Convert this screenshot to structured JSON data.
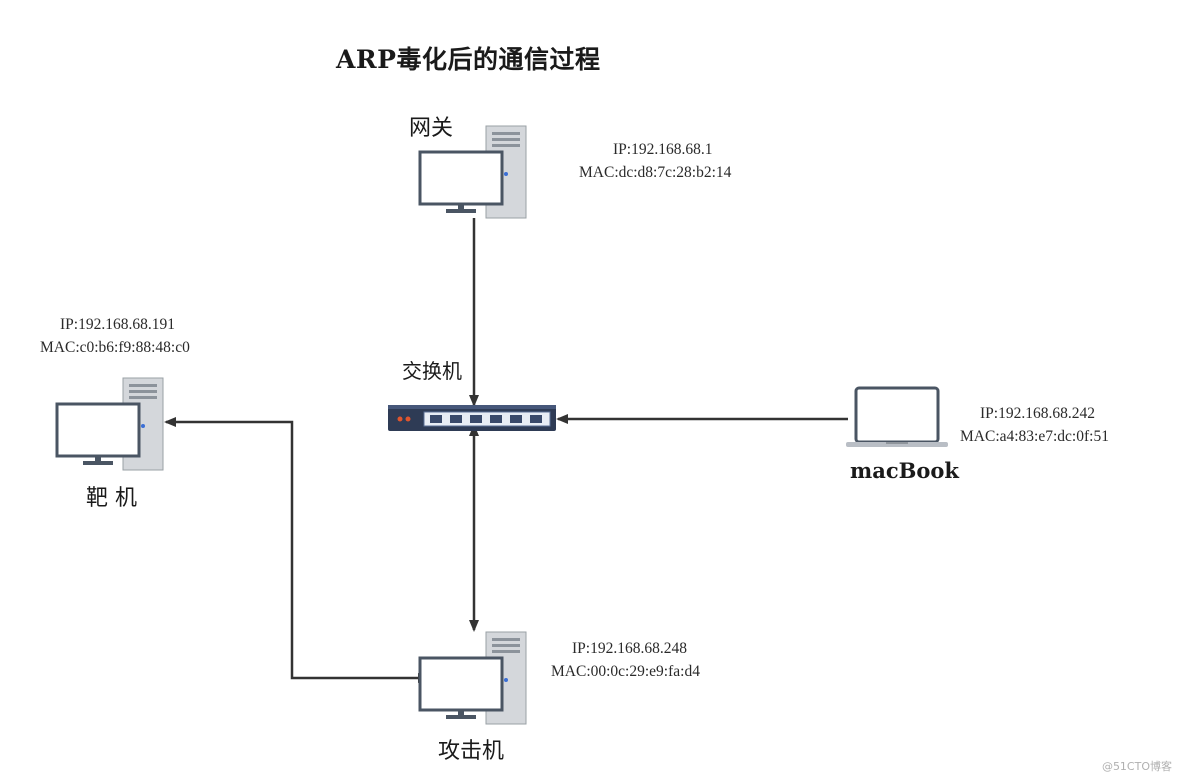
{
  "title": "ARP毒化后的通信过程",
  "nodes": {
    "gateway": {
      "label": "网关",
      "ip": "IP:192.168.68.1",
      "mac": "MAC:dc:d8:7c:28:b2:14"
    },
    "switch": {
      "label": "交换机"
    },
    "target": {
      "label": "靶 机",
      "ip": "IP:192.168.68.191",
      "mac": "MAC:c0:b6:f9:88:48:c0"
    },
    "macbook": {
      "label": "macBook",
      "ip": "IP:192.168.68.242",
      "mac": "MAC:a4:83:e7:dc:0f:51"
    },
    "attacker": {
      "label": "攻击机",
      "ip": "IP:192.168.68.248",
      "mac": "MAC:00:0c:29:e9:fa:d4"
    }
  },
  "watermark": "@51CTO博客",
  "colors": {
    "line": "#333333",
    "monitor_bezel": "#4a5563",
    "tower": "#c9cdd2",
    "switch_body": "#2e3b55",
    "port": "#5b6f95"
  },
  "icons": [
    "desktop-computer-icon",
    "network-switch-icon",
    "laptop-icon"
  ]
}
